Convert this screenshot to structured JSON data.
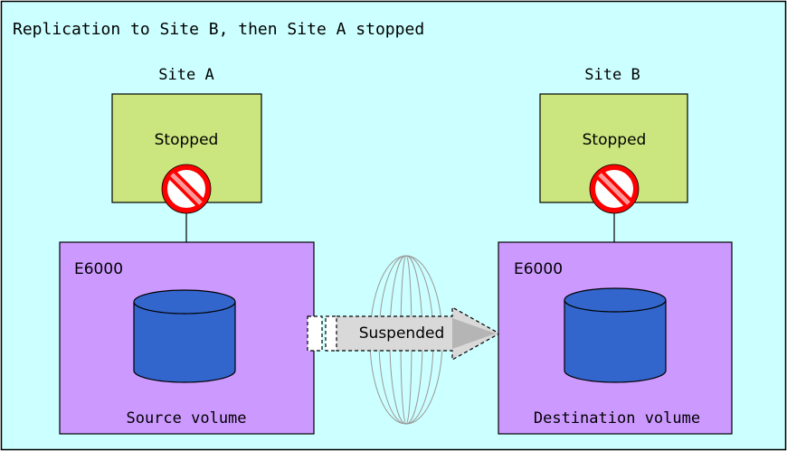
{
  "diagram": {
    "title": "Replication to Site B, then Site A stopped",
    "colors": {
      "background": "#ccffff",
      "server_fill": "#cce67f",
      "storage_fill": "#cc99ff",
      "volume_fill": "#3366cc",
      "stop_sign": "#ff0000",
      "stop_bar": "#ff9999",
      "arrow_fill": "#d9d9d9"
    },
    "site_a": {
      "label": "Site A",
      "server_status": "Stopped",
      "server_icon": "prohibited-icon",
      "storage_label": "E6000",
      "volume_label": "Source volume"
    },
    "site_b": {
      "label": "Site B",
      "server_status": "Stopped",
      "server_icon": "prohibited-icon",
      "storage_label": "E6000",
      "volume_label": "Destination volume"
    },
    "link": {
      "label": "Suspended",
      "network_icon": "network-globe-icon"
    }
  }
}
